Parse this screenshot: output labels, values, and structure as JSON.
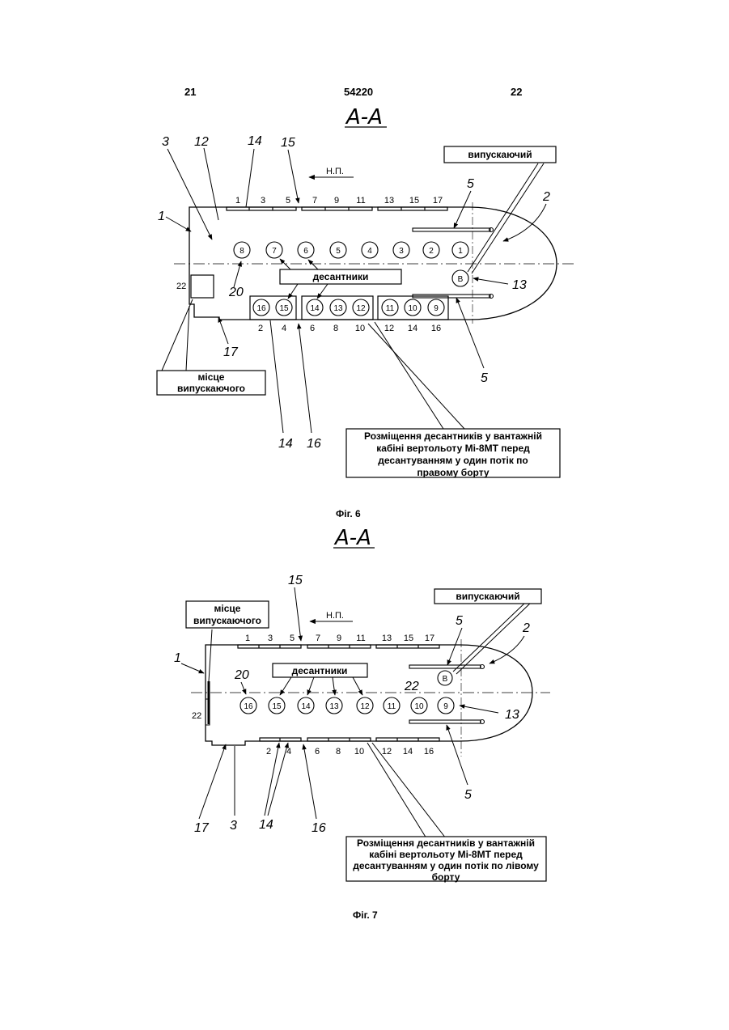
{
  "header": {
    "left_page": "21",
    "patent_number": "54220",
    "right_page": "22"
  },
  "figures": [
    {
      "section": "А-А",
      "caption": "Фіг. 6",
      "direction": "Н.П.",
      "top_seats": [
        "1",
        "3",
        "5",
        "7",
        "9",
        "11",
        "13",
        "15",
        "17"
      ],
      "bottom_seats": [
        "2",
        "4",
        "6",
        "8",
        "10",
        "12",
        "14",
        "16"
      ],
      "centerline_circles": [
        "8",
        "7",
        "6",
        "5",
        "4",
        "3",
        "2",
        "1"
      ],
      "bench_circles": [
        "16",
        "15",
        "14",
        "13",
        "12",
        "11",
        "10",
        "9"
      ],
      "release_marker": "В",
      "callouts": [
        "3",
        "12",
        "14",
        "15",
        "1",
        "2",
        "5",
        "5",
        "13",
        "20",
        "17",
        "14",
        "16"
      ],
      "label_22": "22",
      "box_releaser": "випускаючий",
      "box_paratroopers": "десантники",
      "box_place": [
        "місце",
        "випускаючого"
      ],
      "box_description": [
        "Розміщення десантників у вантажній",
        "кабіні вертольоту Мі-8МТ перед",
        "десантуванням у один потік по",
        "правому борту"
      ]
    },
    {
      "section": "А-А",
      "caption": "Фіг. 7",
      "direction": "Н.П.",
      "top_seats": [
        "1",
        "3",
        "5",
        "7",
        "9",
        "11",
        "13",
        "15",
        "17"
      ],
      "bottom_seats": [
        "2",
        "4",
        "6",
        "8",
        "10",
        "12",
        "14",
        "16"
      ],
      "centerline_circles": [
        "16",
        "15",
        "14",
        "13",
        "12",
        "11",
        "10",
        "9"
      ],
      "release_marker": "В",
      "callouts": [
        "15",
        "1",
        "2",
        "5",
        "20",
        "22",
        "13",
        "5",
        "17",
        "3",
        "14",
        "16"
      ],
      "label_22": "22",
      "box_releaser": "випускаючий",
      "box_paratroopers": "десантники",
      "box_place": [
        "місце",
        "випускаючого"
      ],
      "box_description": [
        "Розміщення десантників у вантажній",
        "кабіні вертольоту Мі-8МТ перед",
        "десантуванням у один потік по лівому",
        "борту"
      ]
    }
  ]
}
